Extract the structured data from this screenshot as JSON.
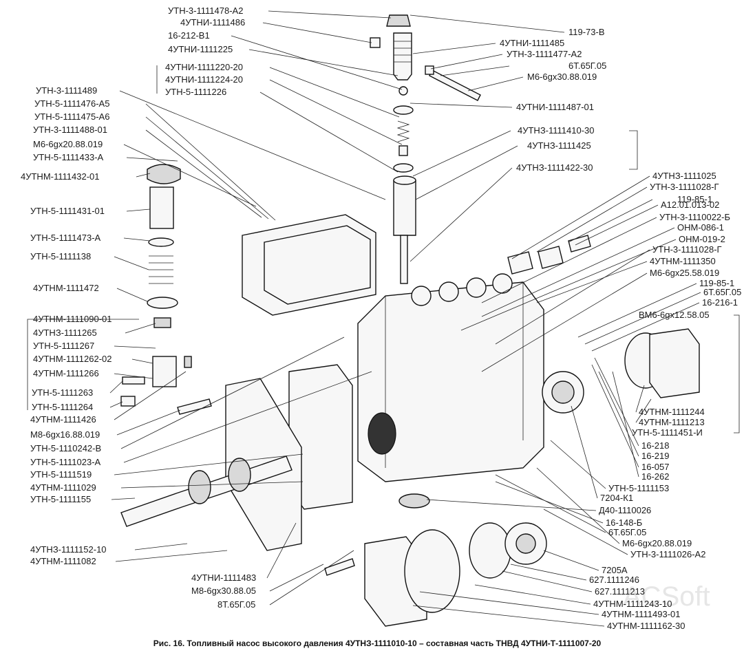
{
  "caption": "Рис. 16. Топливный насос высокого давления 4УТНЗ-1111010-10 – составная часть ТНВД 4УТНИ-Т-1111007-20",
  "watermark": "ACSoft",
  "labels": [
    "УТН-3-1111478-А2",
    "4УТНИ-1111486",
    "16-212-В1",
    "4УТНИ-1111225",
    "4УТНИ-1111220-20",
    "4УТНИ-1111224-20",
    "УТН-5-1111226",
    "УТН-3-1111489",
    "УТН-5-1111476-А5",
    "УТН-5-1111475-А6",
    "УТН-3-1111488-01",
    "М6-6gх20.88.019",
    "УТН-5-1111433-А",
    "4УТНМ-1111432-01",
    "УТН-5-1111431-01",
    "УТН-5-1111473-А",
    "УТН-5-1111138",
    "4УТНМ-1111472",
    "4УТНМ-1111090-01",
    "4УТНЗ-1111265",
    "УТН-5-1111267",
    "4УТНМ-1111262-02",
    "4УТНМ-1111266",
    "УТН-5-1111263",
    "УТН-5-1111264",
    "4УТНМ-1111426",
    "М8-6gх16.88.019",
    "УТН-5-1110242-В",
    "УТН-5-1111023-А",
    "УТН-5-1111519",
    "4УТНМ-1111029",
    "УТН-5-1111155",
    "4УТНЗ-1111152-10",
    "4УТНМ-1111082",
    "4УТНИ-1111483",
    "М8-6gх30.88.05",
    "8Т.65Г.05",
    "119-73-В",
    "4УТНИ-1111485",
    "УТН-3-1111477-А2",
    "6Т.65Г.05",
    "М6-6gх30.88.019",
    "4УТНИ-1111487-01",
    "4УТНЗ-1111410-30",
    "4УТНЗ-1111425",
    "4УТНЗ-1111422-30",
    "4УТНЗ-1111025",
    "УТН-3-1111028-Г",
    "119-85-1",
    "А12.01.013-02",
    "УТН-3-1110022-Б",
    "ОНМ-086-1",
    "ОНМ-019-2",
    "УТН-3-1111028-Г",
    "4УТНМ-1111350",
    "М6-6gх25.58.019",
    "119-85-1",
    "6Т.65Г.05",
    "16-216-1",
    "ВМ6-6gх12.58.05",
    "4УТНМ-1111244",
    "4УТНМ-1111213",
    "УТН-5-1111451-И",
    "16-218",
    "16-219",
    "16-057",
    "16-262",
    "УТН-5-1111153",
    "7204-К1",
    "Д40-1110026",
    "16-148-Б",
    "6Т.65Г.05",
    "М6-6gх20.88.019",
    "УТН-3-1111026-А2",
    "7205А",
    "627.1111246",
    "627.1111213",
    "4УТНМ-1111243-10",
    "4УТНМ-1111493-01",
    "4УТНМ-1111162-30"
  ]
}
